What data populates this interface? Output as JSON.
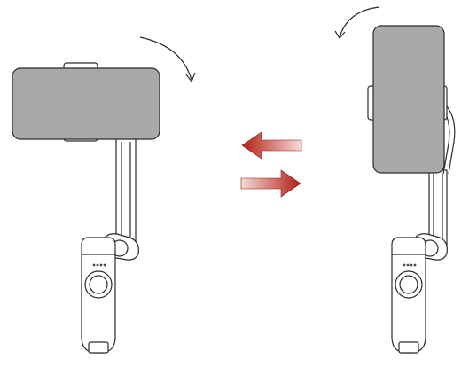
{
  "figure": {
    "panels": [
      {
        "orientation": "landscape",
        "rotation_hint": "clockwise"
      },
      {
        "orientation": "portrait",
        "rotation_hint": "counterclockwise"
      }
    ],
    "arrows": [
      "left",
      "right"
    ],
    "colors": {
      "line": "#2b2b2b",
      "phone_fill": "#a9a9a9",
      "body_fill": "#ffffff",
      "arrow_dark": "#b01f15",
      "arrow_light": "#f6dcd8",
      "led": "#4a4a4a"
    }
  }
}
